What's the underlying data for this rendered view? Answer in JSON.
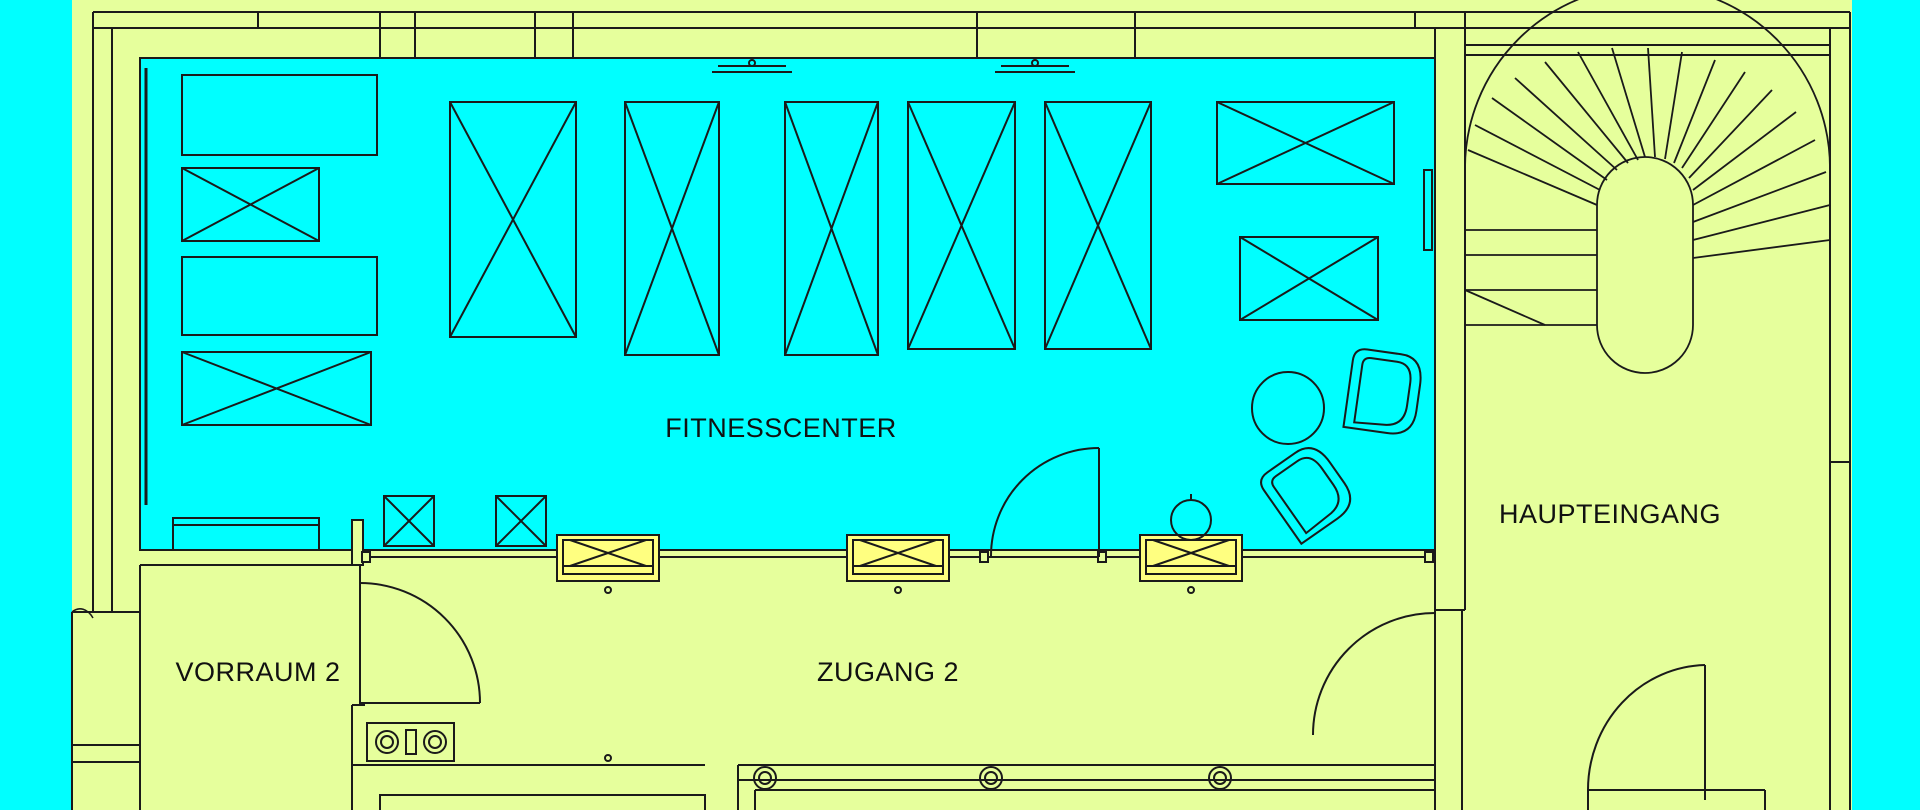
{
  "rooms": {
    "fitness": "FITNESSCENTER",
    "vorraum": "VORRAUM 2",
    "zugang": "ZUGANG 2",
    "haupteingang": "HAUPTEINGANG"
  },
  "colors": {
    "outer_background": "#00FFFF",
    "floor": "#E6FF9C",
    "fitness_room": "#00FFFF",
    "line": "#1A1A1A",
    "fixture_fill": "#FFFF80"
  }
}
